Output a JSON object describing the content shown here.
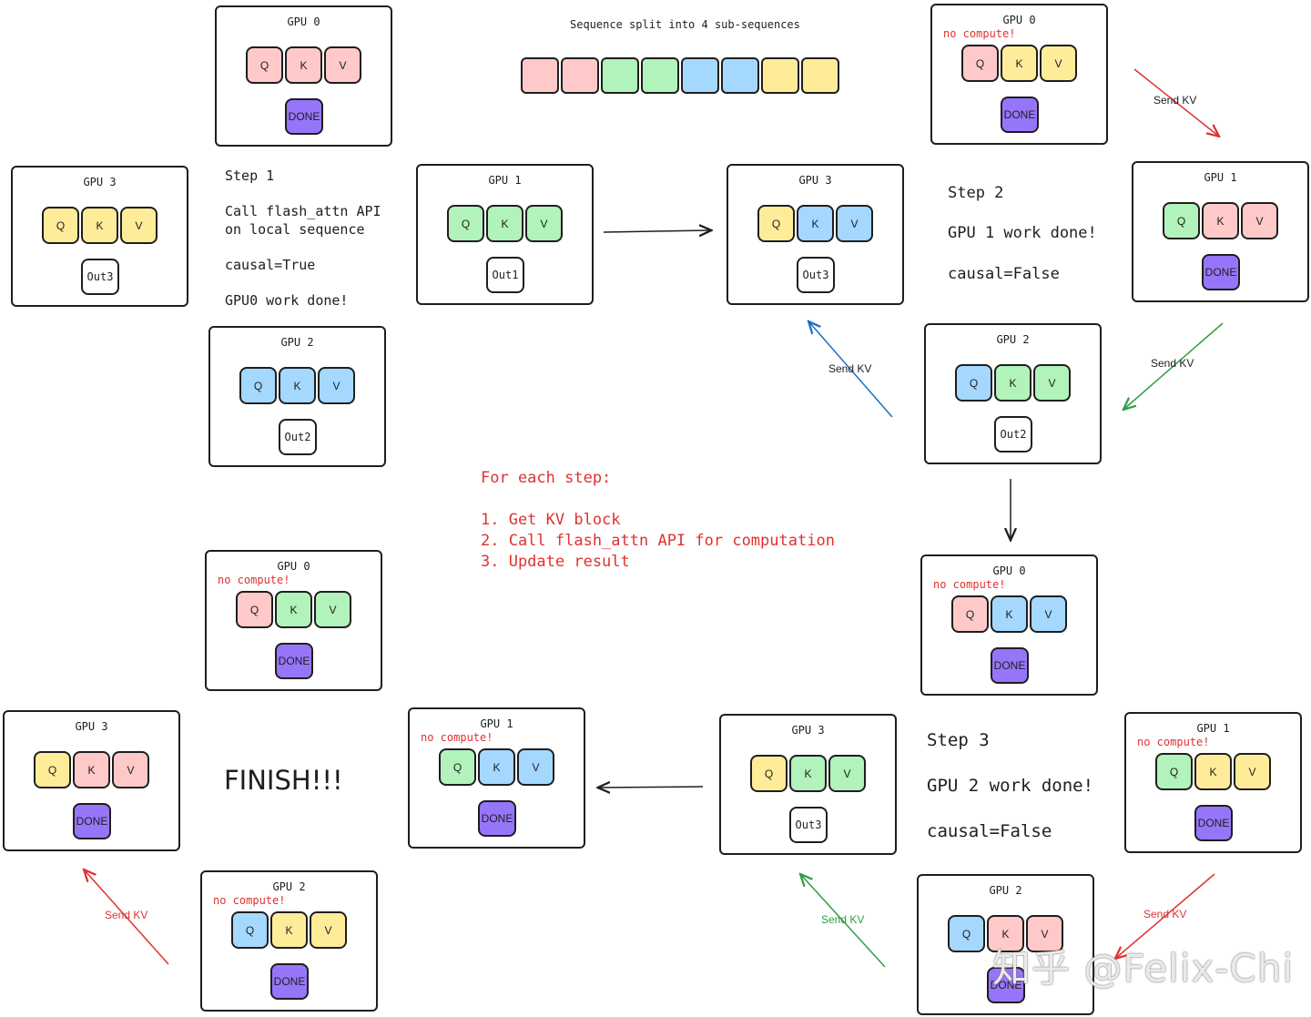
{
  "sequence_caption": "Sequence split into 4 sub-sequences",
  "sequence_colors": [
    "red",
    "red",
    "green",
    "green",
    "blue",
    "blue",
    "yellow",
    "yellow"
  ],
  "step1": {
    "title": "Step 1",
    "line1": "Call flash_attn API",
    "line2": "on local sequence",
    "causal": "causal=True",
    "done": "GPU0 work done!"
  },
  "step2": {
    "title": "Step 2",
    "done": "GPU 1 work done!",
    "causal": "causal=False"
  },
  "step3": {
    "title": "Step 3",
    "done": "GPU 2 work done!",
    "causal": "causal=False"
  },
  "instructions": {
    "heading": "For each step:",
    "items": [
      "1. Get KV block",
      "2. Call flash_attn API for computation",
      "3. Update result"
    ]
  },
  "finish": "FINISH!!!",
  "send_kv_label": "Send KV",
  "watermark": "知乎 @Felix-Chi",
  "colors": {
    "red": "#ffc9c9",
    "green": "#b2f2bb",
    "blue": "#a5d8ff",
    "yellow": "#ffec99",
    "purple": "#9775fa",
    "annotation": "#e03131",
    "arrow_blue": "#1971c2",
    "arrow_green": "#2f9e44"
  },
  "gpus": [
    {
      "id": "s1-gpu0",
      "title": "GPU 0",
      "no_compute": "",
      "q": "Q",
      "k": "K",
      "v": "V",
      "q_color": "red",
      "k_color": "red",
      "v_color": "red",
      "out": "DONE",
      "out_color": "purple"
    },
    {
      "id": "s1-gpu1",
      "title": "GPU 1",
      "no_compute": "",
      "q": "Q",
      "k": "K",
      "v": "V",
      "q_color": "green",
      "k_color": "green",
      "v_color": "green",
      "out": "Out1",
      "out_color": "white"
    },
    {
      "id": "s1-gpu2",
      "title": "GPU 2",
      "no_compute": "",
      "q": "Q",
      "k": "K",
      "v": "V",
      "q_color": "blue",
      "k_color": "blue",
      "v_color": "blue",
      "out": "Out2",
      "out_color": "white"
    },
    {
      "id": "s1-gpu3",
      "title": "GPU 3",
      "no_compute": "",
      "q": "Q",
      "k": "K",
      "v": "V",
      "q_color": "yellow",
      "k_color": "yellow",
      "v_color": "yellow",
      "out": "Out3",
      "out_color": "white"
    },
    {
      "id": "s2-gpu0",
      "title": "GPU 0",
      "no_compute": "no compute!",
      "q": "Q",
      "k": "K",
      "v": "V",
      "q_color": "red",
      "k_color": "yellow",
      "v_color": "yellow",
      "out": "DONE",
      "out_color": "purple"
    },
    {
      "id": "s2-gpu1",
      "title": "GPU 1",
      "no_compute": "",
      "q": "Q",
      "k": "K",
      "v": "V",
      "q_color": "green",
      "k_color": "red",
      "v_color": "red",
      "out": "DONE",
      "out_color": "purple"
    },
    {
      "id": "s2-gpu2",
      "title": "GPU 2",
      "no_compute": "",
      "q": "Q",
      "k": "K",
      "v": "V",
      "q_color": "blue",
      "k_color": "green",
      "v_color": "green",
      "out": "Out2",
      "out_color": "white"
    },
    {
      "id": "s2-gpu3",
      "title": "GPU 3",
      "no_compute": "",
      "q": "Q",
      "k": "K",
      "v": "V",
      "q_color": "yellow",
      "k_color": "blue",
      "v_color": "blue",
      "out": "Out3",
      "out_color": "white"
    },
    {
      "id": "s3-gpu0",
      "title": "GPU 0",
      "no_compute": "no compute!",
      "q": "Q",
      "k": "K",
      "v": "V",
      "q_color": "red",
      "k_color": "blue",
      "v_color": "blue",
      "out": "DONE",
      "out_color": "purple"
    },
    {
      "id": "s3-gpu1",
      "title": "GPU 1",
      "no_compute": "no compute!",
      "q": "Q",
      "k": "K",
      "v": "V",
      "q_color": "green",
      "k_color": "yellow",
      "v_color": "yellow",
      "out": "DONE",
      "out_color": "purple"
    },
    {
      "id": "s3-gpu2",
      "title": "GPU 2",
      "no_compute": "",
      "q": "Q",
      "k": "K",
      "v": "V",
      "q_color": "blue",
      "k_color": "red",
      "v_color": "red",
      "out": "DONE",
      "out_color": "purple"
    },
    {
      "id": "s3-gpu3",
      "title": "GPU 3",
      "no_compute": "",
      "q": "Q",
      "k": "K",
      "v": "V",
      "q_color": "yellow",
      "k_color": "green",
      "v_color": "green",
      "out": "Out3",
      "out_color": "white"
    },
    {
      "id": "s4-gpu0",
      "title": "GPU 0",
      "no_compute": "no compute!",
      "q": "Q",
      "k": "K",
      "v": "V",
      "q_color": "red",
      "k_color": "green",
      "v_color": "green",
      "out": "DONE",
      "out_color": "purple"
    },
    {
      "id": "s4-gpu1",
      "title": "GPU 1",
      "no_compute": "no compute!",
      "q": "Q",
      "k": "K",
      "v": "V",
      "q_color": "green",
      "k_color": "blue",
      "v_color": "blue",
      "out": "DONE",
      "out_color": "purple"
    },
    {
      "id": "s4-gpu2",
      "title": "GPU 2",
      "no_compute": "no compute!",
      "q": "Q",
      "k": "K",
      "v": "V",
      "q_color": "blue",
      "k_color": "yellow",
      "v_color": "yellow",
      "out": "DONE",
      "out_color": "purple"
    },
    {
      "id": "s4-gpu3",
      "title": "GPU 3",
      "no_compute": "",
      "q": "Q",
      "k": "K",
      "v": "V",
      "q_color": "yellow",
      "k_color": "red",
      "v_color": "red",
      "out": "DONE",
      "out_color": "purple"
    }
  ]
}
